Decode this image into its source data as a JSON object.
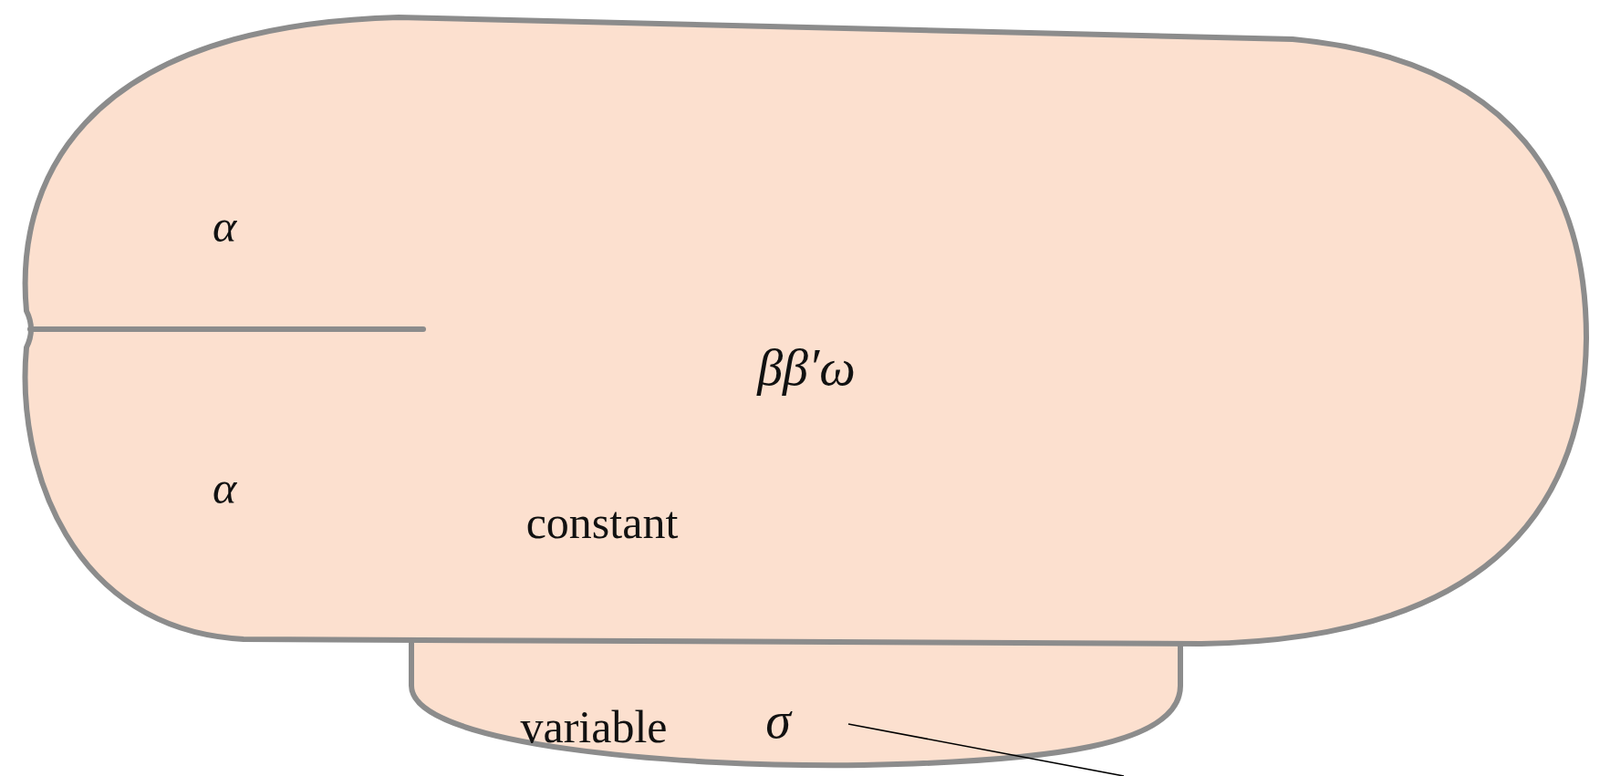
{
  "diagram": {
    "nodes": [
      {
        "text": [
          "α",
          "α",
          "ββ′ω",
          "constant"
        ]
      },
      {
        "text": [
          "variable",
          "σ"
        ]
      }
    ]
  }
}
